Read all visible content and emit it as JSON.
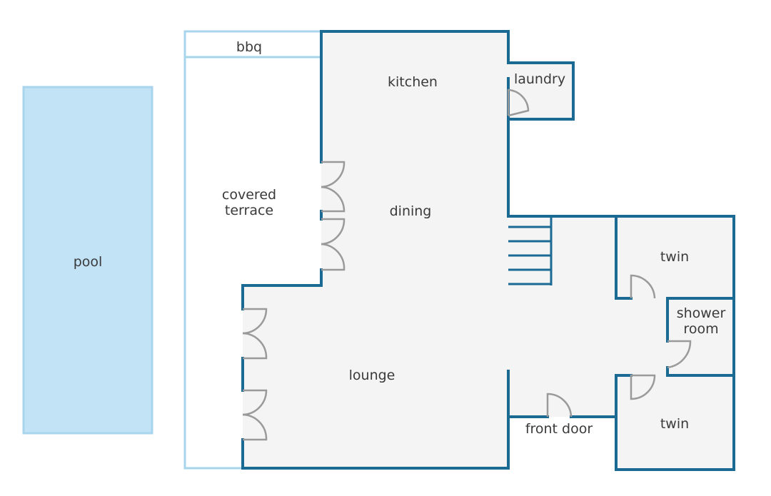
{
  "colors": {
    "wall": "#1a6a93",
    "outdoor_outline": "#a8d5ec",
    "pool_fill": "#c2e3f6",
    "pool_border": "#a9d4ee",
    "floor": "#f4f4f4",
    "door": "#9a9a9a",
    "text": "#3a3a3a"
  },
  "labels": {
    "pool": "pool",
    "bbq": "bbq",
    "covered_terrace_line1": "covered",
    "covered_terrace_line2": "terrace",
    "kitchen": "kitchen",
    "laundry": "laundry",
    "dining": "dining",
    "lounge": "lounge",
    "twin_upper": "twin",
    "twin_lower": "twin",
    "shower_room_line1": "shower",
    "shower_room_line2": "room",
    "front_door": "front door"
  },
  "icons": {
    "door_swing": "door-swing-icon",
    "stairs": "stairs-icon"
  }
}
